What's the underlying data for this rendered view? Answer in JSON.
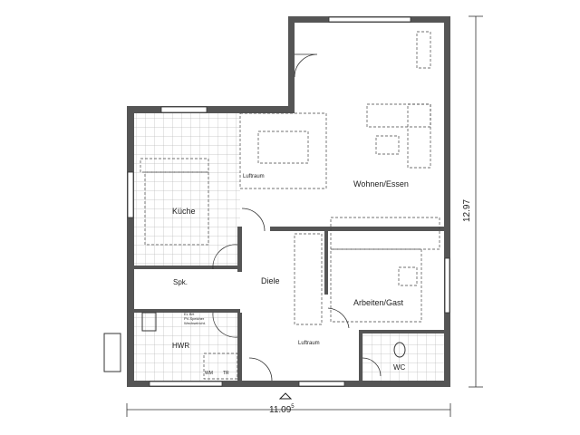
{
  "rooms": {
    "wohnen": "Wohnen/Essen",
    "kueche": "Küche",
    "luftraum_top": "Luftraum",
    "luftraum_bottom": "Luftraum",
    "diele": "Diele",
    "spk": "Spk.",
    "arbeiten": "Arbeiten/Gast",
    "hwr": "HWR",
    "wc": "WC"
  },
  "labels": {
    "hwr_note_1": "EL BH",
    "hwr_note_2": "PV-Speicher",
    "hwr_note_3": "Wechselricht.",
    "wm": "WM",
    "tr": "TR"
  },
  "dimensions": {
    "width": "11.09",
    "width_sup": "5",
    "height": "12.97"
  },
  "colors": {
    "wall": "#555555",
    "line": "#333333",
    "tile": "#bbbbbb"
  }
}
